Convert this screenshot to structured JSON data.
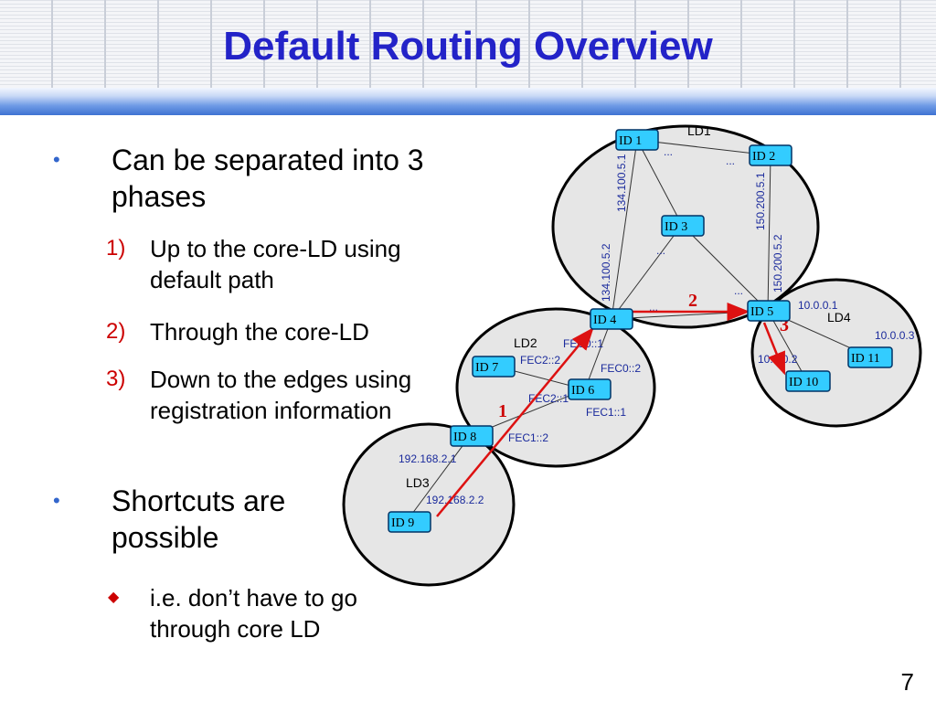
{
  "title": "Default Routing Overview",
  "page_number": "7",
  "bullets": {
    "b1": "Can be separated into 3 phases",
    "b1_items": [
      {
        "num": "1)",
        "text": "Up to the core-LD using default path"
      },
      {
        "num": "2)",
        "text": "Through the core-LD"
      },
      {
        "num": "3)",
        "text": "Down to the edges using registration information"
      }
    ],
    "b2": "Shortcuts are possible",
    "b2_items": [
      {
        "text": "i.e. don’t have to go through core LD"
      }
    ]
  },
  "colors": {
    "title": "#2323c8",
    "arrow": "#dd1111",
    "node_fill": "#33ccff",
    "domain_fill": "#e6e6e6"
  },
  "diagram": {
    "domains": {
      "ld1": "LD1",
      "ld2": "LD2",
      "ld3": "LD3",
      "ld4": "LD4"
    },
    "nodes": {
      "id1": "ID 1",
      "id2": "ID 2",
      "id3": "ID 3",
      "id4": "ID 4",
      "id5": "ID 5",
      "id6": "ID 6",
      "id7": "ID 7",
      "id8": "ID 8",
      "id9": "ID 9",
      "id10": "ID 10",
      "id11": "ID 11"
    },
    "labels": {
      "a134_1": "134.100.5.1",
      "a134_2": "134.100.5.2",
      "a150_1": "150.200.5.1",
      "a150_2": "150.200.5.2",
      "fec0_1": "FEC0::1",
      "fec0_2": "FEC0::2",
      "fec2_2": "FEC2::2",
      "fec2_1": "FEC2::1",
      "fec1_1": "FEC1::1",
      "fec1_2": "FEC1::2",
      "a192_1": "192.168.2.1",
      "a192_2": "192.168.2.2",
      "a10_1": "10.0.0.1",
      "a10_2": "10.0.0.2",
      "a10_3": "10.0.0.3",
      "ell": "..."
    },
    "phases": {
      "p1": "1",
      "p2": "2",
      "p3": "3"
    }
  }
}
